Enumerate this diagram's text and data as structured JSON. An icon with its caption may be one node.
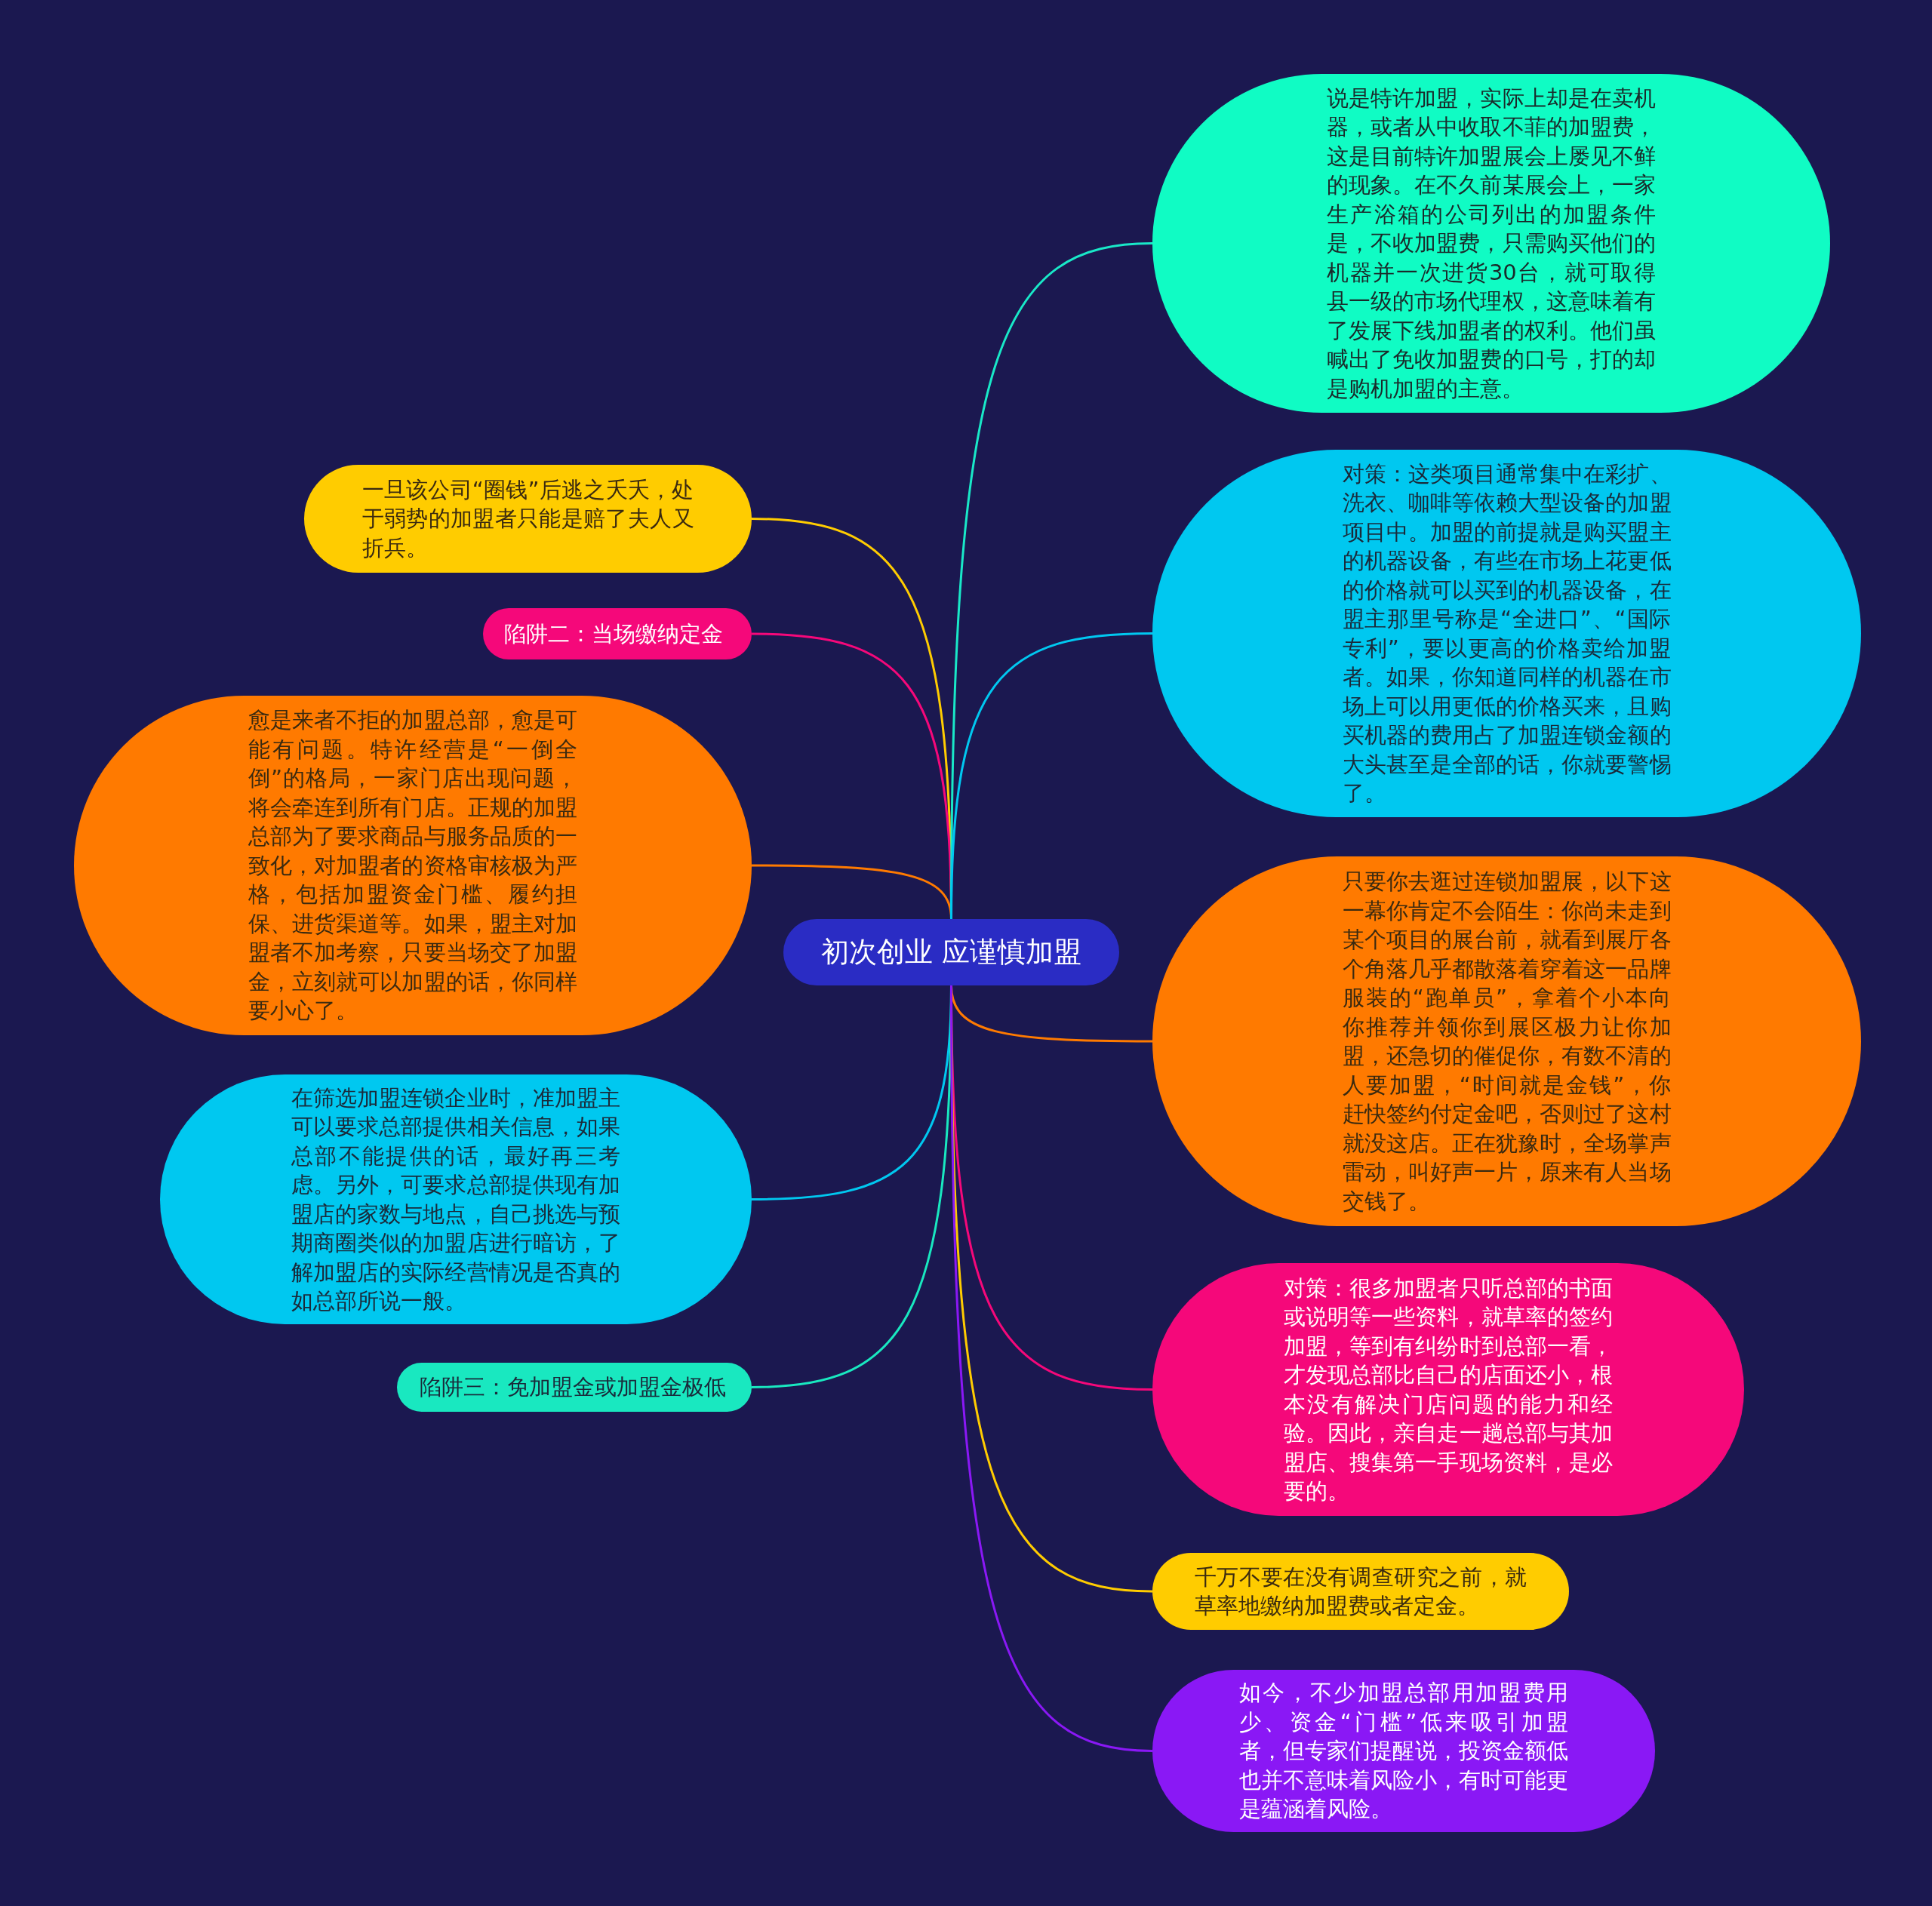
{
  "diagram": {
    "nodes": [
      {
        "text": [
          "初次创业 应谨慎加盟"
        ]
      },
      {
        "text": [
          "一旦该公司“圈钱”后逃之夭夭，处于弱势的加盟者只能是赔了夫人又折兵。"
        ]
      },
      {
        "text": [
          "陷阱二：当场缴纳定金"
        ]
      },
      {
        "text": [
          "愈是来者不拒的加盟总部，愈是可能有问题。特许经营是“一倒全倒”的格局，一家门店出现问题，将会牵连到所有门店。正规的加盟总部为了要求商品与服务品质的一致化，对加盟者的资格审核极为严格，包括加盟资金门槛、履约担保、进货渠道等。如果，盟主对加盟者不加考察，只要当场交了加盟金，立刻就可以加盟的话，你同样要小心了。"
        ]
      },
      {
        "text": [
          "在筛选加盟连锁企业时，准加盟主可以要求总部提供相关信息，如果总部不能提供的话，最好再三考虑。另外，可要求总部提供现有加盟店的家数与地点，自己挑选与预期商圈类似的加盟店进行暗访，了解加盟店的实际经营情况是否真的如总部所说一般。"
        ]
      },
      {
        "text": [
          "陷阱三：免加盟金或加盟金极低"
        ]
      },
      {
        "text": [
          "说是特许加盟，实际上却是在卖机器，或者从中收取不菲的加盟费，这是目前特许加盟展会上屡见不鲜的现象。在不久前某展会上，一家生产浴箱的公司列出的加盟条件是，不收加盟费，只需购买他们的机器并一次进货30台，就可取得县一级的市场代理权，这意味着有了发展下线加盟者的权利。他们虽喊出了免收加盟费的口号，打的却是购机加盟的主意。"
        ]
      },
      {
        "text": [
          "对策：这类项目通常集中在彩扩、洗衣、咖啡等依赖大型设备的加盟项目中。加盟的前提就是购买盟主的机器设备，有些在市场上花更低的价格就可以买到的机器设备，在盟主那里号称是“全进口”、“国际专利”，要以更高的价格卖给加盟者。如果，你知道同样的机器在市场上可以用更低的价格买来，且购买机器的费用占了加盟连锁金额的大头甚至是全部的话，你就要警惕了。"
        ]
      },
      {
        "text": [
          "只要你去逛过连锁加盟展，以下这一幕你肯定不会陌生：你尚未走到某个项目的展台前，就看到展厅各个角落几乎都散落着穿着这一品牌服装的“跑单员”，拿着个小本向你推荐并领你到展区极力让你加盟，还急切的催促你，有数不清的人要加盟，“时间就是金钱”，你赶快签约付定金吧，否则过了这村就没这店。正在犹豫时，全场掌声雷动，叫好声一片，原来有人当场交钱了。"
        ]
      },
      {
        "text": [
          "对策：很多加盟者只听总部的书面或说明等一些资料，就草率的签约加盟，等到有纠纷时到总部一看，才发现总部比自己的店面还小，根本没有解决门店问题的能力和经验。因此，亲自走一趟总部与其加盟店、搜集第一手现场资料，是必要的。"
        ]
      },
      {
        "text": [
          "千万不要在没有调查研究之前，就草率地缴纳加盟费或者定金。"
        ]
      },
      {
        "text": [
          "如今，不少加盟总部用加盟费用少、资金“门槛”低来吸引加盟者，但专家们提醒说，投资金额低也并不意味着风险小，有时可能更是蕴涵着风险。"
        ]
      }
    ],
    "edges": [
      {
        "from": 0,
        "to": 1,
        "arrow": "none",
        "color": "#ffcc00"
      },
      {
        "from": 0,
        "to": 2,
        "arrow": "none",
        "color": "#f5087a"
      },
      {
        "from": 0,
        "to": 3,
        "arrow": "none",
        "color": "#ff7a00"
      },
      {
        "from": 0,
        "to": 4,
        "arrow": "none",
        "color": "#00c8f0"
      },
      {
        "from": 0,
        "to": 5,
        "arrow": "none",
        "color": "#19e8c0"
      },
      {
        "from": 0,
        "to": 6,
        "arrow": "none",
        "color": "#19e8c8"
      },
      {
        "from": 0,
        "to": 7,
        "arrow": "none",
        "color": "#00c8f0"
      },
      {
        "from": 0,
        "to": 8,
        "arrow": "none",
        "color": "#ff7a00"
      },
      {
        "from": 0,
        "to": 9,
        "arrow": "none",
        "color": "#f5087a"
      },
      {
        "from": 0,
        "to": 10,
        "arrow": "none",
        "color": "#ffcc00"
      },
      {
        "from": 0,
        "to": 11,
        "arrow": "none",
        "color": "#8a18f5"
      }
    ]
  }
}
